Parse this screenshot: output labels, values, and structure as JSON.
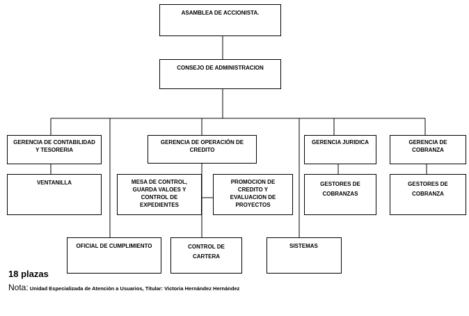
{
  "nodes": {
    "asamblea": "ASAMBLEA DE ACCIONISTA.",
    "consejo": "CONSEJO DE ADMINISTRACION",
    "contabilidad": [
      "GERENCIA DE CONTABILIDAD",
      "Y TESORERIA"
    ],
    "operacion": [
      "GERENCIA DE OPERACIÓN DE",
      "CREDITO"
    ],
    "juridica": "GERENCIA JURIDICA",
    "cobranza": [
      "GERENCIA DE",
      "COBRANZA"
    ],
    "ventanilla": "VENTANILLA",
    "mesa": [
      "MESA DE CONTROL,",
      "GUARDA VALOES Y",
      "CONTROL DE",
      "EXPEDIENTES"
    ],
    "promocion": [
      "PROMOCION DE",
      "CREDITO Y",
      "EVALUACION DE",
      "PROYECTOS"
    ],
    "gestores_cobranzas": [
      "GESTORES DE",
      "COBRANZAS"
    ],
    "gestores_cobranza": [
      "GESTORES DE",
      "COBRANZA"
    ],
    "oficial": "OFICIAL DE CUMPLIMIENTO",
    "control_cartera": [
      "CONTROL DE",
      "CARTERA"
    ],
    "sistemas": "SISTEMAS"
  },
  "footer": {
    "plazas": "18 plazas",
    "note_label": "Nota:",
    "note_text": " Unidad Especializada de Atención a Usuarios, Titular: Victoria Hernández Hernández"
  }
}
